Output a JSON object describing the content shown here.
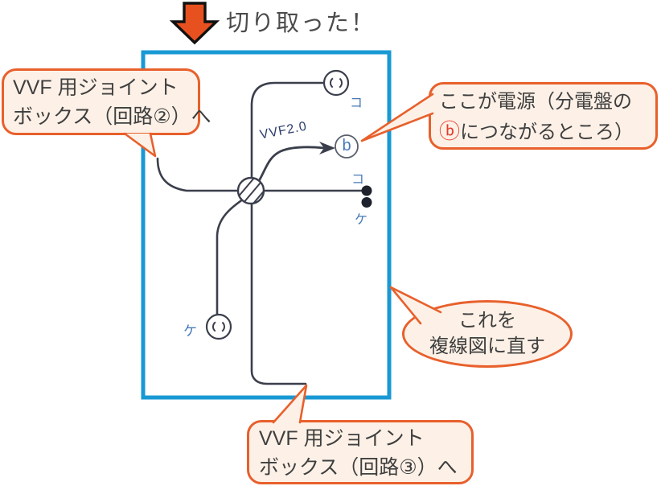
{
  "title": {
    "cut_label": "切り取った！"
  },
  "diagram": {
    "wire_label": "VVF2.0",
    "power_point_label": "b",
    "lamp_top_label": "コ",
    "terminal_top_label": "コ",
    "terminal_bottom_label": "ケ",
    "lamp_bottom_label": "ケ"
  },
  "bubbles": {
    "joint2": {
      "line1": "VVF 用ジョイント",
      "line2": "ボックス（回路②）へ"
    },
    "power": {
      "line1": "ここが電源（分電盤の",
      "symbol": "ⓑ",
      "line2": "につながるところ）"
    },
    "convert": {
      "line1": "これを",
      "line2": "複線図に直す"
    },
    "joint3": {
      "line1": "VVF 用ジョイント",
      "line2": "ボックス（回路③）へ"
    }
  },
  "colors": {
    "box_border": "#1899d4",
    "bubble_border": "#e8602c",
    "bubble_bg": "#fdf1e7",
    "wire": "#3b3f4c",
    "label_blue": "#4779b8",
    "label_navy": "#2b3c6b",
    "accent_red": "#e83a28",
    "arrow_fill": "#e6511f"
  }
}
